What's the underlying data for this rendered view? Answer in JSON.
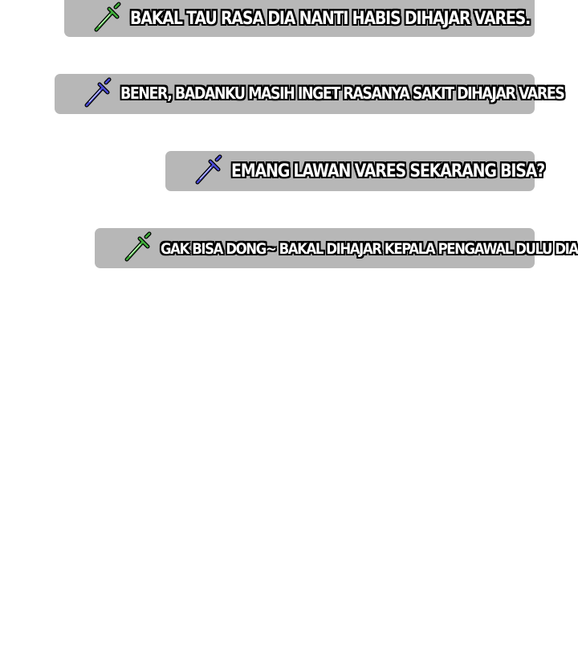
{
  "messages": [
    {
      "text": "BAKAL TAU RASA DIA NANTI HABIS DIHAJAR VARES.",
      "icon": "green-sword-icon",
      "color": "#3fae3a"
    },
    {
      "text": "BENER, BADANKU MASIH INGET RASANYA SAKIT DIHAJAR VARES",
      "icon": "blue-sword-icon",
      "color": "#4a4ad6"
    },
    {
      "text": "EMANG LAWAN VARES SEKARANG BISA?",
      "icon": "blue-sword-icon",
      "color": "#4a4ad6"
    },
    {
      "text": "GAK BISA DONG~ BAKAL DIHAJAR KEPALA PENGAWAL DULU DIA.",
      "icon": "green-sword-icon",
      "color": "#3fae3a"
    }
  ]
}
